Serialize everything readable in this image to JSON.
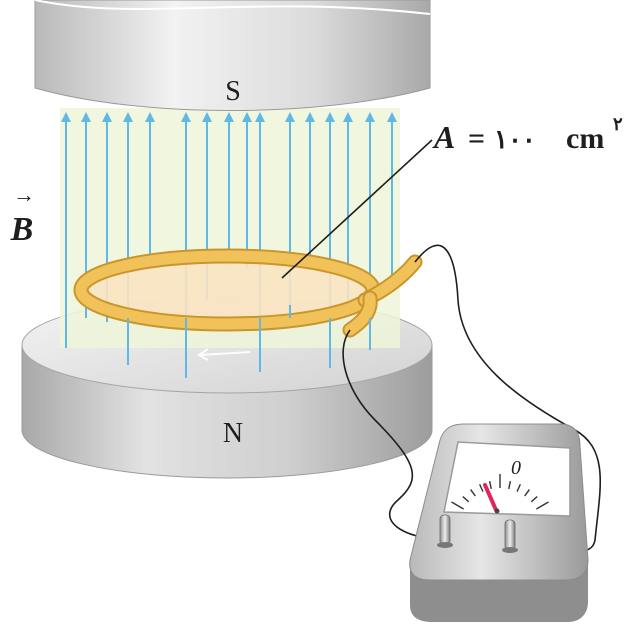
{
  "magnet": {
    "top_pole_label": "S",
    "bottom_pole_label": "N"
  },
  "field": {
    "symbol": "B",
    "arrow_glyph": "→"
  },
  "loop_area": {
    "symbol": "A",
    "equals": "=",
    "value": "۱۰۰",
    "unit": "cm",
    "exponent": "۲"
  },
  "meter": {
    "zero_label": "0"
  },
  "colors": {
    "field_lines": "#5fb8e6",
    "field_region": "#eef6d9",
    "coil": "#f2c25a",
    "coil_edge": "#c9962c",
    "magnet_light": "#eeeeee",
    "magnet_dark": "#a8a8a8",
    "needle": "#e0245e"
  }
}
